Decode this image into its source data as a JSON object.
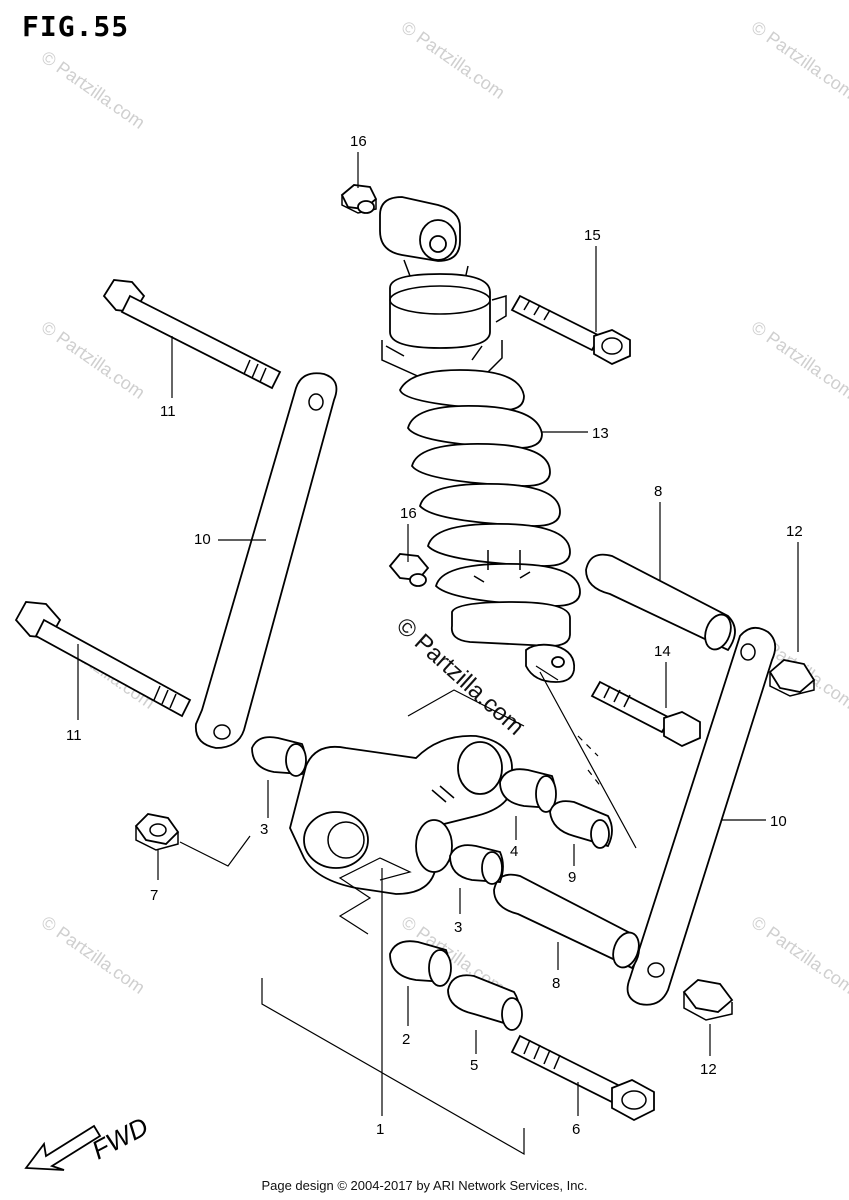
{
  "figure": {
    "title": "FIG.55",
    "footer": "Page design © 2004-2017 by ARI Network Services, Inc.",
    "direction_label": "FWD"
  },
  "watermark": {
    "text": "© Partzilla.com"
  },
  "callouts": {
    "c1": "1",
    "c2": "2",
    "c3a": "3",
    "c3b": "3",
    "c4": "4",
    "c5": "5",
    "c6": "6",
    "c7": "7",
    "c8a": "8",
    "c8b": "8",
    "c9": "9",
    "c10a": "10",
    "c10b": "10",
    "c11a": "11",
    "c11b": "11",
    "c12a": "12",
    "c12b": "12",
    "c13": "13",
    "c14": "14",
    "c15": "15",
    "c16a": "16",
    "c16b": "16"
  },
  "icons": {
    "direction_arrow": "arrow-down-left-icon"
  }
}
